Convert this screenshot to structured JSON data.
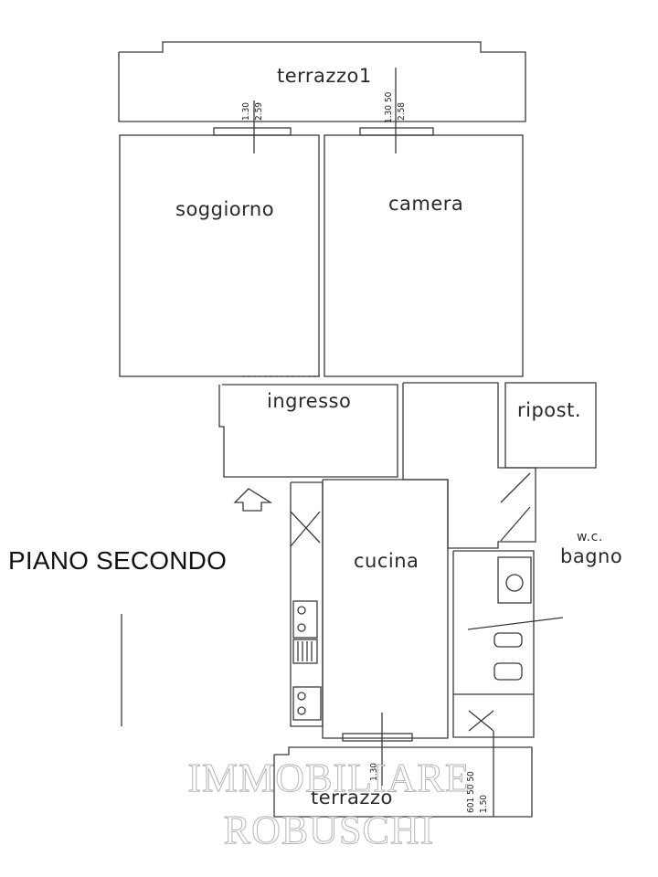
{
  "floor_label": "PIANO SECONDO",
  "rooms": {
    "terrazzo_top": "terrazzo1",
    "soggiorno": "soggiorno",
    "camera": "camera",
    "ingresso": "ingresso",
    "ripost": "ripost.",
    "cucina": "cucina",
    "wc": "w.c.",
    "bagno": "bagno",
    "terrazzo_bottom": "terrazzo"
  },
  "dimensions": {
    "top_left": [
      "1.30",
      "2.59"
    ],
    "top_right": [
      "1.30 50",
      "2.58"
    ],
    "bottom_left": [
      "1.30"
    ],
    "bottom_right": [
      "601 50 50",
      "1.50"
    ]
  },
  "watermark": {
    "line1": "IMMOBILIARE",
    "line2": "ROBUSCHI"
  },
  "colors": {
    "wall": "#3a3a3a",
    "label": "#2a2a2a"
  }
}
